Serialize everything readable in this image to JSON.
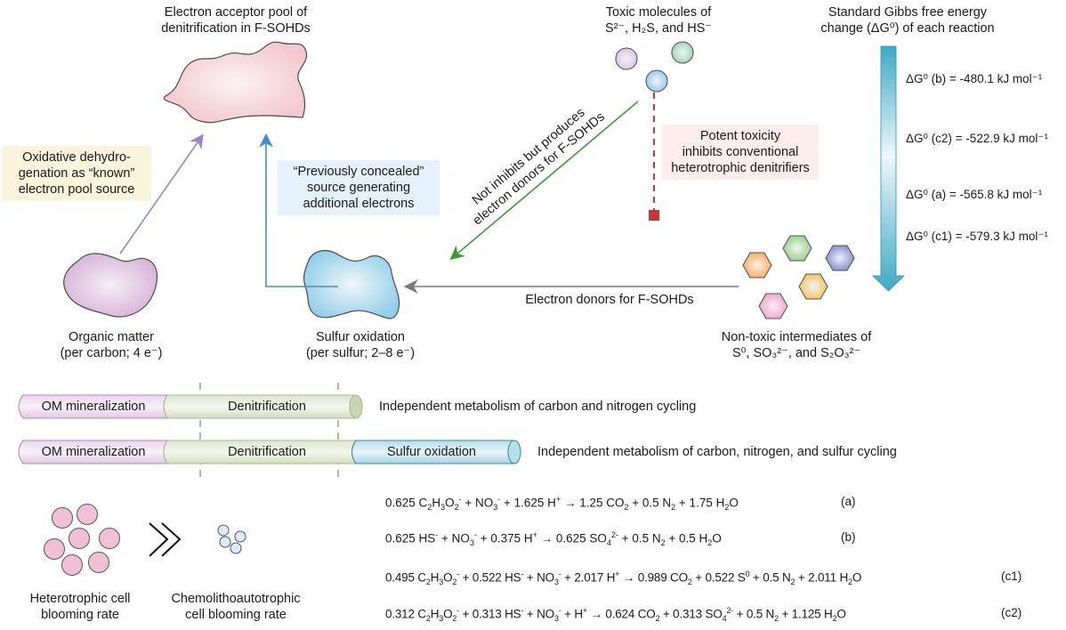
{
  "labels": {
    "acceptor_pool": [
      "Electron acceptor pool of",
      "denitrification in F-SOHDs"
    ],
    "toxic_molecules": [
      "Toxic molecules of",
      "S²⁻, H₂S, and HS⁻"
    ],
    "gibbs_title": [
      "Standard Gibbs free energy",
      "change (ΔG⁰) of each reaction"
    ],
    "organic_matter": [
      "Organic matter",
      "(per carbon; 4 e⁻)"
    ],
    "sulfur_oxidation": [
      "Sulfur oxidation",
      "(per sulfur; 2–8 e⁻)"
    ],
    "non_toxic": [
      "Non-toxic intermediates of",
      "S⁰, SO₃²⁻, and S₂O₃²⁻"
    ],
    "electron_donors": "Electron donors for F-SOHDs",
    "not_inhibits": [
      "Not inhibits but produces",
      "electron donors for F-SOHDs"
    ]
  },
  "boxes": {
    "oxidative": [
      "Oxidative dehydro-",
      "genation as “known”",
      "electron pool source"
    ],
    "concealed": [
      "“Previously concealed”",
      "source generating",
      "additional electrons"
    ],
    "toxicity": [
      "Potent toxicity",
      "inhibits conventional",
      "heterotrophic denitrifiers"
    ]
  },
  "gibbs": [
    {
      "reaction": "b",
      "text": "ΔG⁰ (b) = -480.1 kJ mol⁻¹",
      "value": -480.1
    },
    {
      "reaction": "c2",
      "text": "ΔG⁰ (c2) = -522.9 kJ mol⁻¹",
      "value": -522.9
    },
    {
      "reaction": "a",
      "text": "ΔG⁰ (a) = -565.8 kJ mol⁻¹",
      "value": -565.8
    },
    {
      "reaction": "c1",
      "text": "ΔG⁰ (c1) = -579.3 kJ mol⁻¹",
      "value": -579.3
    }
  ],
  "tubes": [
    {
      "segments": [
        "OM mineralization",
        "Denitrification"
      ],
      "description": "Independent metabolism of carbon and nitrogen cycling"
    },
    {
      "segments": [
        "OM mineralization",
        "Denitrification",
        "Sulfur oxidation"
      ],
      "description": "Independent metabolism of carbon, nitrogen, and sulfur cycling"
    }
  ],
  "blooming": {
    "heterotrophic": [
      "Heterotrophic cell",
      "blooming rate"
    ],
    "chemolitho": [
      "Chemolithoautotrophic",
      "cell blooming rate"
    ],
    "comparator": "≫"
  },
  "equations": [
    {
      "tag": "(a)",
      "html": "0.625 C<sub>2</sub>H<sub>3</sub>O<sub>2</sub><sup>-</sup> + NO<sub>3</sub><sup>-</sup> + 1.625 H<sup>+</sup> → 1.25 CO<sub>2</sub> + 0.5 N<sub>2</sub> + 1.75 H<sub>2</sub>O"
    },
    {
      "tag": "(b)",
      "html": "0.625 HS<sup>-</sup> + NO<sub>3</sub><sup>-</sup> + 0.375 H<sup>+</sup> → 0.625 SO<sub>4</sub><sup>2-</sup> + 0.5 N<sub>2</sub> + 0.5 H<sub>2</sub>O"
    },
    {
      "tag": "(c1)",
      "html": "0.495 C<sub>2</sub>H<sub>3</sub>O<sub>2</sub><sup>-</sup> + 0.522 HS<sup>-</sup> + NO<sub>3</sub><sup>-</sup> + 2.017 H<sup>+</sup> → 0.989 CO<sub>2</sub> + 0.522 S<sup>0</sup> + 0.5 N<sub>2</sub> + 2.011 H<sub>2</sub>O"
    },
    {
      "tag": "(c2)",
      "html": "0.312 C<sub>2</sub>H<sub>3</sub>O<sub>2</sub><sup>-</sup> + 0.313 HS<sup>-</sup> + NO<sub>3</sub><sup>-</sup> + H<sup>+</sup> → 0.624 CO<sub>2</sub> + 0.313 SO<sub>4</sub><sup>2-</sup> + 0.5 N<sub>2</sub> + 1.125 H<sub>2</sub>O"
    }
  ],
  "colors": {
    "acceptor_fill": "#f4cfd3",
    "organic_fill": "#dcb9dc",
    "sulfur_fill": "#9ed3ec",
    "purple_arrow": "#9a86c4",
    "blue_arrow": "#3d8fd0",
    "green_arrow": "#3d9a3a",
    "grey_arrow": "#7a7a7a",
    "red_dash": "#c8393a",
    "gibbs_arrow": "#3fa9c4",
    "box_yellow": "#f8f5dc",
    "box_blue": "#e5f2fb",
    "box_pink": "#fdeeee"
  }
}
